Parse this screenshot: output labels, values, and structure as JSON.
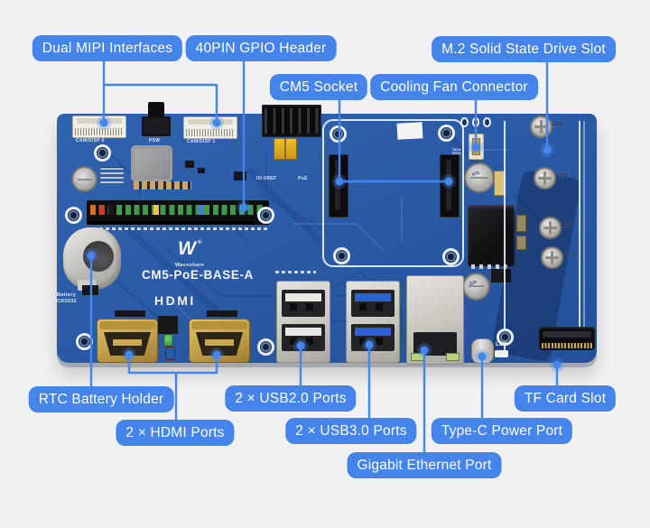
{
  "page": {
    "background": "#f1f1f2"
  },
  "colors": {
    "callout_bg": "#4584ea",
    "callout_text": "#ffffff",
    "leader_line": "#4486eb",
    "pcb_blue": "#2b5ba6",
    "hdmi_gold": "#c7a14b"
  },
  "callouts": [
    {
      "id": "dual-mipi",
      "text": "Dual MIPI Interfaces"
    },
    {
      "id": "gpio",
      "text": "40PIN GPIO Header"
    },
    {
      "id": "m2",
      "text": "M.2 Solid State Drive Slot"
    },
    {
      "id": "cm5",
      "text": "CM5 Socket"
    },
    {
      "id": "fan",
      "text": "Cooling Fan Connector"
    },
    {
      "id": "rtc",
      "text": "RTC Battery Holder"
    },
    {
      "id": "usb2",
      "text": "2 × USB2.0 Ports"
    },
    {
      "id": "tf",
      "text": "TF Card Slot"
    },
    {
      "id": "hdmi",
      "text": "2 × HDMI Ports"
    },
    {
      "id": "usb3",
      "text": "2 × USB3.0 Ports"
    },
    {
      "id": "typec",
      "text": "Type-C Power Port"
    },
    {
      "id": "eth",
      "text": "Gigabit Ethernet Port"
    }
  ],
  "silkscreen": {
    "cam_disp_0": "CAM/DISP 0",
    "cam_disp_1": "CAM/DISP 1",
    "psw": "PSW",
    "io_vref": "IO-VREF",
    "poe": "PoE",
    "fan_pin_1": "TACH",
    "fan_pin_2": "RSVD",
    "fan_pin_3": "VDD",
    "logo_letter": "W",
    "logo_reg": "®",
    "logo_name": "Waveshare",
    "board_name": "CM5-PoE-BASE-A",
    "hdmi_logo": "HDMI",
    "battery_l1": "Battery",
    "battery_l2": "CR2032",
    "led": "LED",
    "m2_2280": "2280",
    "m2_2260": "2260",
    "m2_2242": "2242",
    "m2_2230": "2230",
    "cap_470": "470",
    "cap_220": "220"
  }
}
